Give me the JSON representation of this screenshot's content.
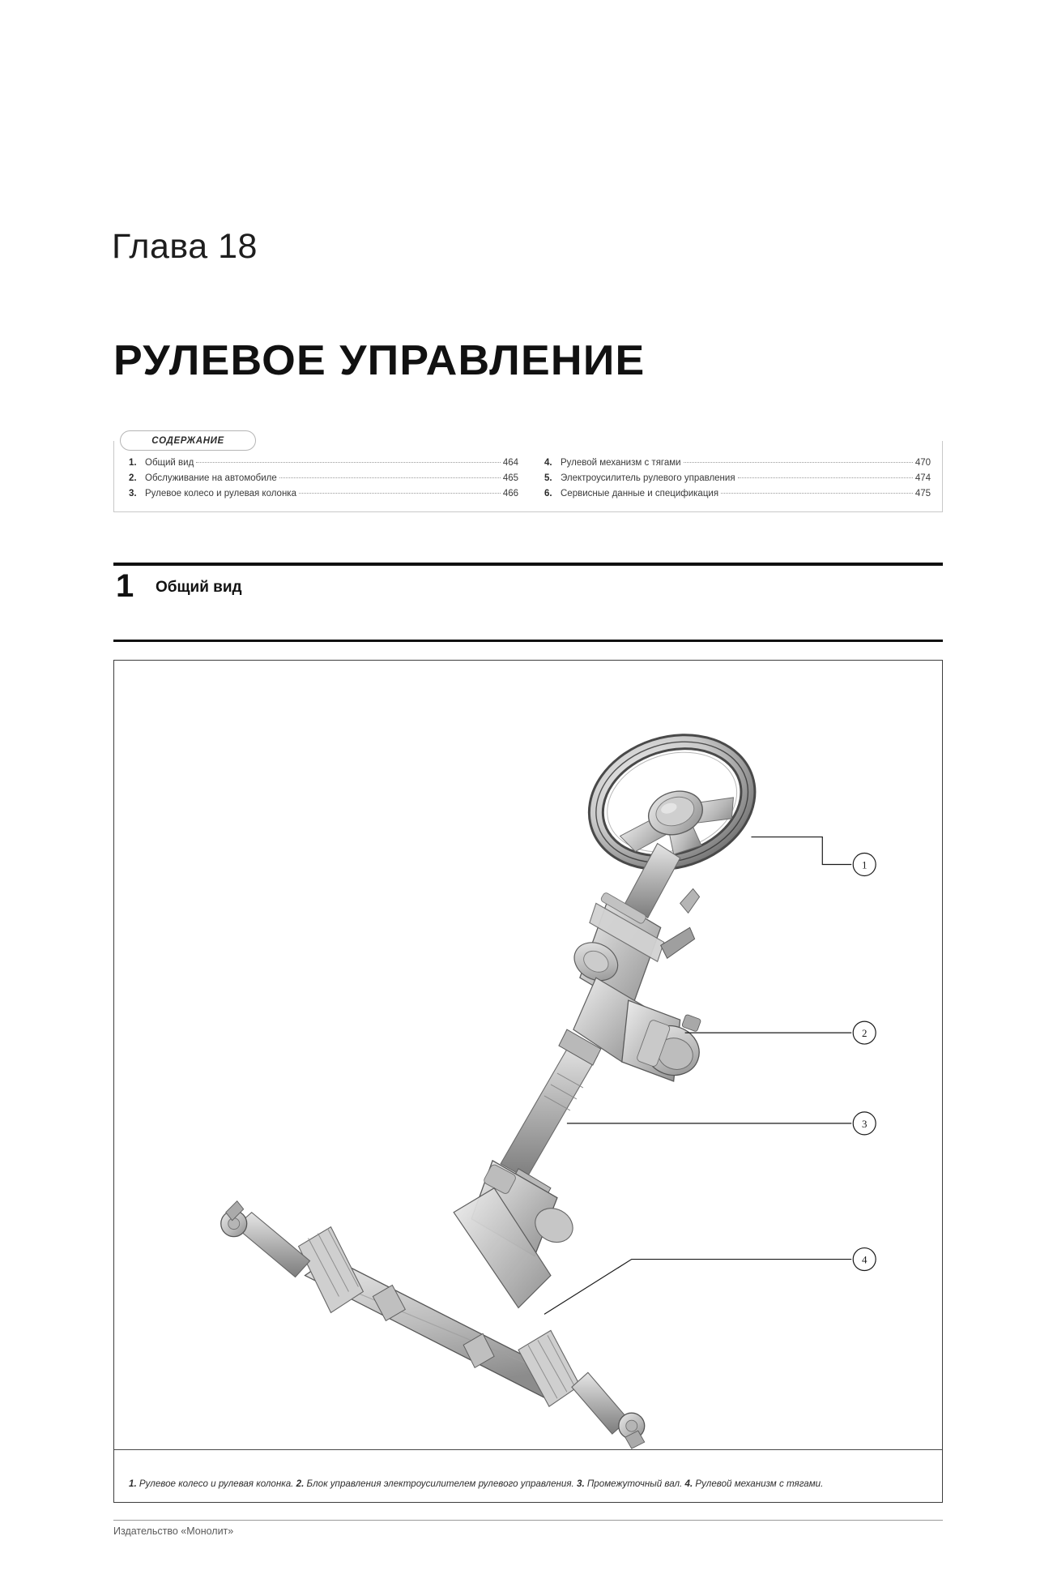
{
  "chapter": {
    "label": "Глава 18",
    "title": "РУЛЕВОЕ УПРАВЛЕНИЕ"
  },
  "toc": {
    "tab_label": "СОДЕРЖАНИЕ",
    "left_items": [
      {
        "num": "1.",
        "text": "Общий вид",
        "page": "464"
      },
      {
        "num": "2.",
        "text": "Обслуживание на автомобиле",
        "page": "465"
      },
      {
        "num": "3.",
        "text": "Рулевое колесо и рулевая колонка",
        "page": "466"
      }
    ],
    "right_items": [
      {
        "num": "4.",
        "text": "Рулевой механизм с тягами",
        "page": "470"
      },
      {
        "num": "5.",
        "text": "Электроусилитель рулевого управления",
        "page": "474"
      },
      {
        "num": "6.",
        "text": "Сервисные данные и спецификация",
        "page": "475"
      }
    ]
  },
  "section": {
    "number": "1",
    "title": "Общий вид"
  },
  "figure": {
    "callouts": [
      "1",
      "2",
      "3",
      "4"
    ],
    "caption_parts": [
      {
        "num": "1.",
        "text": " Рулевое колесо и рулевая колонка."
      },
      {
        "num": "2.",
        "text": " Блок управления электроусилителем рулевого управления."
      },
      {
        "num": "3.",
        "text": " Промежуточный вал."
      },
      {
        "num": "4.",
        "text": " Рулевой механизм с тягами."
      }
    ]
  },
  "footer": {
    "publisher": "Издательство «Монолит»"
  },
  "colors": {
    "ink": "#111111",
    "rule": "#c8c8c8",
    "frame": "#3d3d3d",
    "art_light": "#d9d9d9",
    "art_mid": "#b3b3b3",
    "art_dark": "#8a8a8a"
  }
}
